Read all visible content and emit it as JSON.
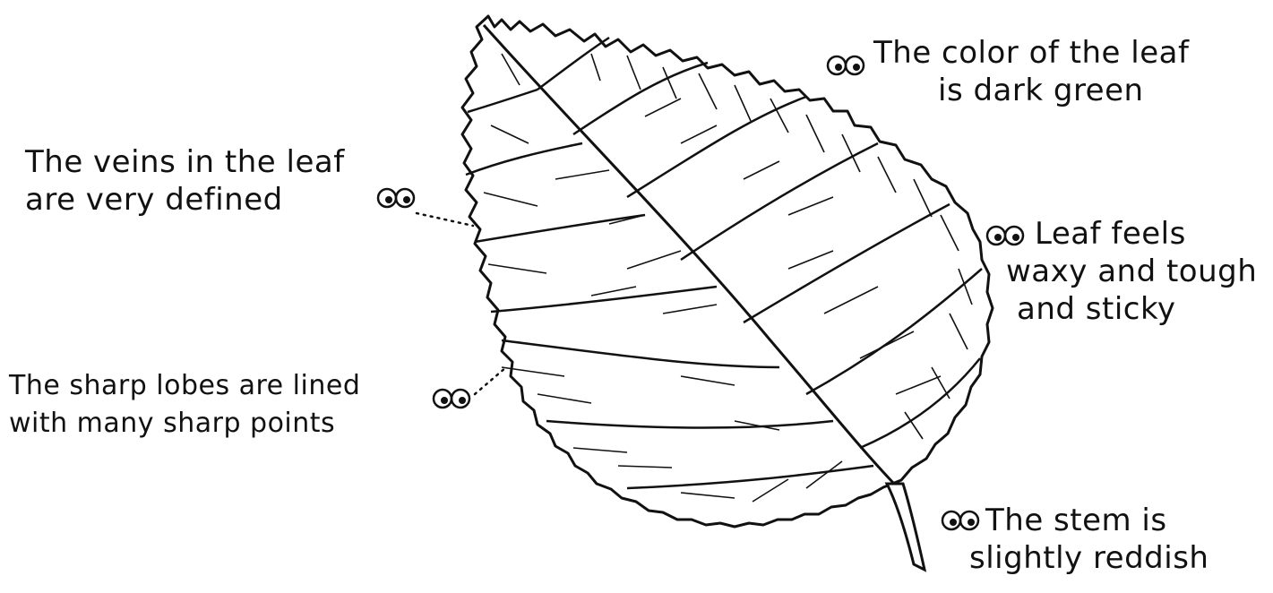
{
  "annotations": {
    "color": {
      "line1": "The color of the leaf",
      "line2": "is dark green"
    },
    "veins": {
      "line1": "The veins in the leaf",
      "line2": "are very defined"
    },
    "texture": {
      "line1": "Leaf feels",
      "line2": "waxy and tough",
      "line3": "and sticky"
    },
    "lobes": {
      "line1": "The sharp lobes are lined",
      "line2": "with many sharp points"
    },
    "stem": {
      "line1": "The stem is",
      "line2": "slightly reddish"
    }
  },
  "icons": {
    "observation_marker": "eyes-icon",
    "subject": "leaf-icon"
  },
  "colors": {
    "ink": "#111111",
    "paper": "#ffffff"
  }
}
